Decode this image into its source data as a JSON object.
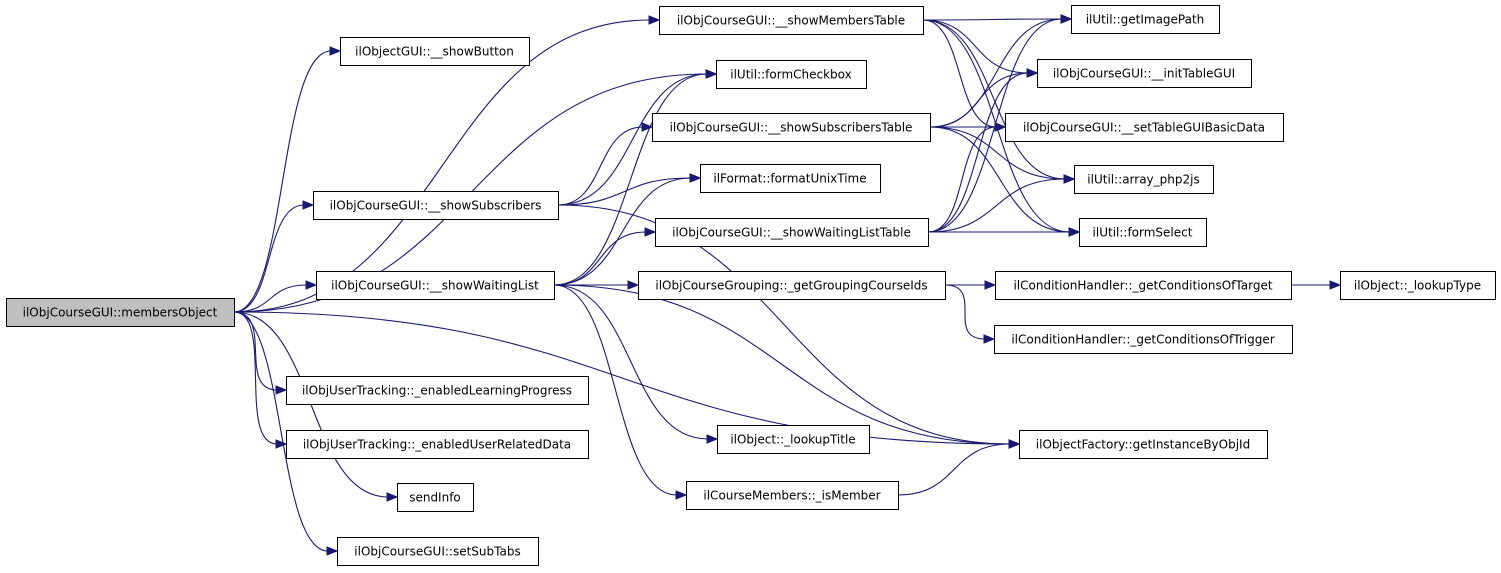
{
  "diagram": {
    "type": "call-graph",
    "edge_color": "#191970",
    "root_fill": "#bfbfbf",
    "nodes": [
      {
        "id": "membersObject",
        "label": "ilObjCourseGUI::membersObject",
        "root": true
      },
      {
        "id": "showButton",
        "label": "ilObjectGUI::__showButton"
      },
      {
        "id": "showMembersTable",
        "label": "ilObjCourseGUI::__showMembersTable"
      },
      {
        "id": "formCheckbox",
        "label": "ilUtil::formCheckbox"
      },
      {
        "id": "showSubscribersTable",
        "label": "ilObjCourseGUI::__showSubscribersTable"
      },
      {
        "id": "showSubscribers",
        "label": "ilObjCourseGUI::__showSubscribers"
      },
      {
        "id": "formatUnixTime",
        "label": "ilFormat::formatUnixTime"
      },
      {
        "id": "showWaitingListTable",
        "label": "ilObjCourseGUI::__showWaitingListTable"
      },
      {
        "id": "showWaitingList",
        "label": "ilObjCourseGUI::__showWaitingList"
      },
      {
        "id": "getGroupingCourseIds",
        "label": "ilObjCourseGrouping::_getGroupingCourseIds"
      },
      {
        "id": "getImagePath",
        "label": "ilUtil::getImagePath"
      },
      {
        "id": "initTableGUI",
        "label": "ilObjCourseGUI::__initTableGUI"
      },
      {
        "id": "setTableGUIBasicData",
        "label": "ilObjCourseGUI::__setTableGUIBasicData"
      },
      {
        "id": "array_php2js",
        "label": "ilUtil::array_php2js"
      },
      {
        "id": "formSelect",
        "label": "ilUtil::formSelect"
      },
      {
        "id": "getConditionsOfTarget",
        "label": "ilConditionHandler::_getConditionsOfTarget"
      },
      {
        "id": "getConditionsOfTrigger",
        "label": "ilConditionHandler::_getConditionsOfTrigger"
      },
      {
        "id": "lookupType",
        "label": "ilObject::_lookupType"
      },
      {
        "id": "enabledLearningProgress",
        "label": "ilObjUserTracking::_enabledLearningProgress"
      },
      {
        "id": "enabledUserRelatedData",
        "label": "ilObjUserTracking::_enabledUserRelatedData"
      },
      {
        "id": "sendInfo",
        "label": "sendInfo"
      },
      {
        "id": "setSubTabs",
        "label": "ilObjCourseGUI::setSubTabs"
      },
      {
        "id": "lookupTitle",
        "label": "ilObject::_lookupTitle"
      },
      {
        "id": "isMember",
        "label": "ilCourseMembers::_isMember"
      },
      {
        "id": "getInstanceByObjId",
        "label": "ilObjectFactory::getInstanceByObjId"
      }
    ],
    "edges": [
      [
        "membersObject",
        "showButton"
      ],
      [
        "membersObject",
        "showMembersTable"
      ],
      [
        "membersObject",
        "formCheckbox"
      ],
      [
        "membersObject",
        "showSubscribers"
      ],
      [
        "membersObject",
        "showWaitingList"
      ],
      [
        "membersObject",
        "getInstanceByObjId"
      ],
      [
        "membersObject",
        "enabledLearningProgress"
      ],
      [
        "membersObject",
        "enabledUserRelatedData"
      ],
      [
        "membersObject",
        "sendInfo"
      ],
      [
        "membersObject",
        "setSubTabs"
      ],
      [
        "showMembersTable",
        "getImagePath"
      ],
      [
        "showMembersTable",
        "initTableGUI"
      ],
      [
        "showMembersTable",
        "setTableGUIBasicData"
      ],
      [
        "showMembersTable",
        "array_php2js"
      ],
      [
        "showMembersTable",
        "formSelect"
      ],
      [
        "showSubscribers",
        "formCheckbox"
      ],
      [
        "showSubscribers",
        "showSubscribersTable"
      ],
      [
        "showSubscribers",
        "formatUnixTime"
      ],
      [
        "showSubscribers",
        "getInstanceByObjId"
      ],
      [
        "showSubscribersTable",
        "getImagePath"
      ],
      [
        "showSubscribersTable",
        "initTableGUI"
      ],
      [
        "showSubscribersTable",
        "setTableGUIBasicData"
      ],
      [
        "showSubscribersTable",
        "array_php2js"
      ],
      [
        "showSubscribersTable",
        "formSelect"
      ],
      [
        "showWaitingList",
        "formCheckbox"
      ],
      [
        "showWaitingList",
        "formatUnixTime"
      ],
      [
        "showWaitingList",
        "showWaitingListTable"
      ],
      [
        "showWaitingList",
        "getGroupingCourseIds"
      ],
      [
        "showWaitingList",
        "getInstanceByObjId"
      ],
      [
        "showWaitingList",
        "lookupTitle"
      ],
      [
        "showWaitingList",
        "isMember"
      ],
      [
        "showWaitingListTable",
        "getImagePath"
      ],
      [
        "showWaitingListTable",
        "initTableGUI"
      ],
      [
        "showWaitingListTable",
        "setTableGUIBasicData"
      ],
      [
        "showWaitingListTable",
        "array_php2js"
      ],
      [
        "showWaitingListTable",
        "formSelect"
      ],
      [
        "getGroupingCourseIds",
        "getConditionsOfTarget"
      ],
      [
        "getGroupingCourseIds",
        "getConditionsOfTrigger"
      ],
      [
        "getConditionsOfTarget",
        "lookupType"
      ],
      [
        "isMember",
        "getInstanceByObjId"
      ]
    ]
  }
}
